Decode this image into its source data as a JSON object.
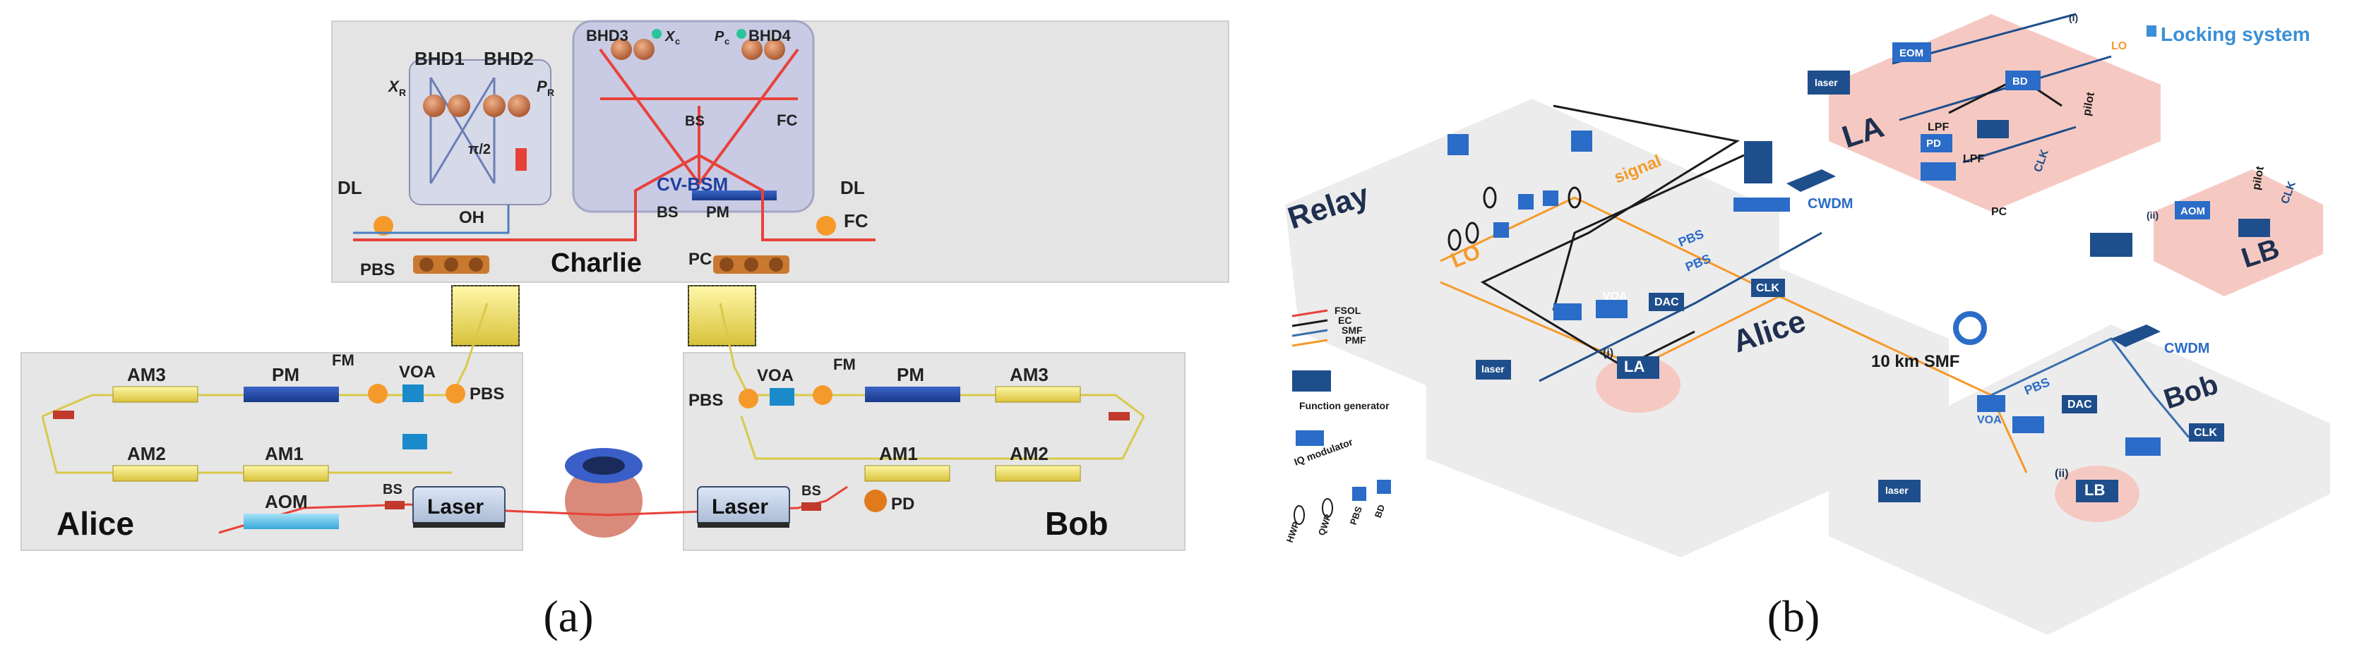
{
  "panel_a": {
    "caption": "(a)",
    "charlie": {
      "title": "Charlie",
      "bhd1": "BHD1",
      "bhd2": "BHD2",
      "bhd3": "BHD3",
      "bhd4": "BHD4",
      "xr": "X",
      "xr_sub": "R",
      "pr": "P",
      "pr_sub": "R",
      "xc": "X",
      "xc_sub": "c",
      "pc_sym": "P",
      "pc_sub": "c",
      "half_pi": "π/2",
      "oh": "OH",
      "cvbsm": "CV-BSM",
      "bs_top": "BS",
      "bs_mid": "BS",
      "pm": "PM",
      "fc_top": "FC",
      "dl_left": "DL",
      "dl_right": "DL",
      "fc_right": "FC",
      "pbs": "PBS",
      "pc": "PC"
    },
    "alice": {
      "title": "Alice",
      "am3": "AM3",
      "pm": "PM",
      "fm": "FM",
      "voa": "VOA",
      "pbs": "PBS",
      "am2": "AM2",
      "am1": "AM1",
      "aom": "AOM",
      "bs": "BS",
      "laser": "Laser"
    },
    "bob": {
      "title": "Bob",
      "voa": "VOA",
      "fm": "FM",
      "pm": "PM",
      "am3": "AM3",
      "pbs": "PBS",
      "am1": "AM1",
      "am2": "AM2",
      "laser": "Laser",
      "bs": "BS",
      "pd": "PD"
    },
    "colors": {
      "fiber_red": "#e8413a",
      "fiber_yellow": "#d8c94a",
      "fiber_blue": "#4a7fc0",
      "panel": "#e6e6e6",
      "bsm_box": "#c8cbe3",
      "orange_comp": "#f59a2a"
    }
  },
  "panel_b": {
    "caption": "(b)",
    "locking_title": "Locking system",
    "relay": "Relay",
    "alice": "Alice",
    "bob": "Bob",
    "la": "LA",
    "lb": "LB",
    "lo": "LO",
    "signal": "signal",
    "cwdm_top": "CWDM",
    "cwdm_bottom": "CWDM",
    "pbs_a1": "PBS",
    "pbs_a2": "PBS",
    "voa_a": "VOA",
    "dac_a": "DAC",
    "clk_a": "CLK",
    "i_a": "(i)",
    "smf_label": "10 km SMF",
    "pbs_b": "PBS",
    "voa_b": "VOA",
    "dac_b": "DAC",
    "clk_b": "CLK",
    "ii_b": "(ii)",
    "laser": "laser",
    "eom": "EOM",
    "pd": "PD",
    "bd": "BD",
    "lpf1": "LPF",
    "lpf2": "LPF",
    "pc": "PC",
    "pilot1": "pilot",
    "pilot2": "pilot",
    "clk1": "CLK",
    "clk2": "CLK",
    "aom": "AOM",
    "lo_small": "LO",
    "i_top": "(i)",
    "ii_top": "(ii)",
    "legend": {
      "fsol": "FSOL",
      "ec": "EC",
      "smf": "SMF",
      "pmf": "PMF",
      "function_generator": "Function generator",
      "iq_modulator": "IQ modulator",
      "hwp": "HWP",
      "qwp": "QWP",
      "pbs": "PBS",
      "bd": "BD"
    },
    "colors": {
      "navy": "#1f4e8c",
      "fsol": "#e8413a",
      "smf": "#3a6fb0",
      "pmf": "#f59a2a",
      "pink": "#f5c9c2",
      "bg": "#ececec"
    }
  }
}
